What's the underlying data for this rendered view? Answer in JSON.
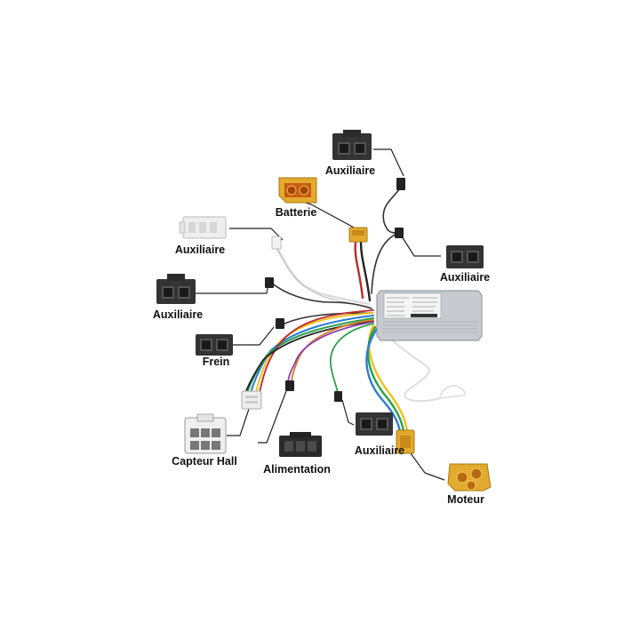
{
  "labels": {
    "aux_top": "Auxiliaire",
    "batterie": "Batterie",
    "aux_white": "Auxiliaire",
    "aux_right": "Auxiliaire",
    "aux_left": "Auxiliaire",
    "frein": "Frein",
    "capteur_hall": "Capteur Hall",
    "alimentation": "Alimentation",
    "aux_bottom": "Auxiliaire",
    "moteur": "Moteur"
  },
  "colors": {
    "leader_line": "#222222",
    "controller_body": "#c9ccd0",
    "xt_connector": "#e0a82a",
    "black_connector": "#2a2a2a",
    "white_connector": "#eeeeee"
  }
}
